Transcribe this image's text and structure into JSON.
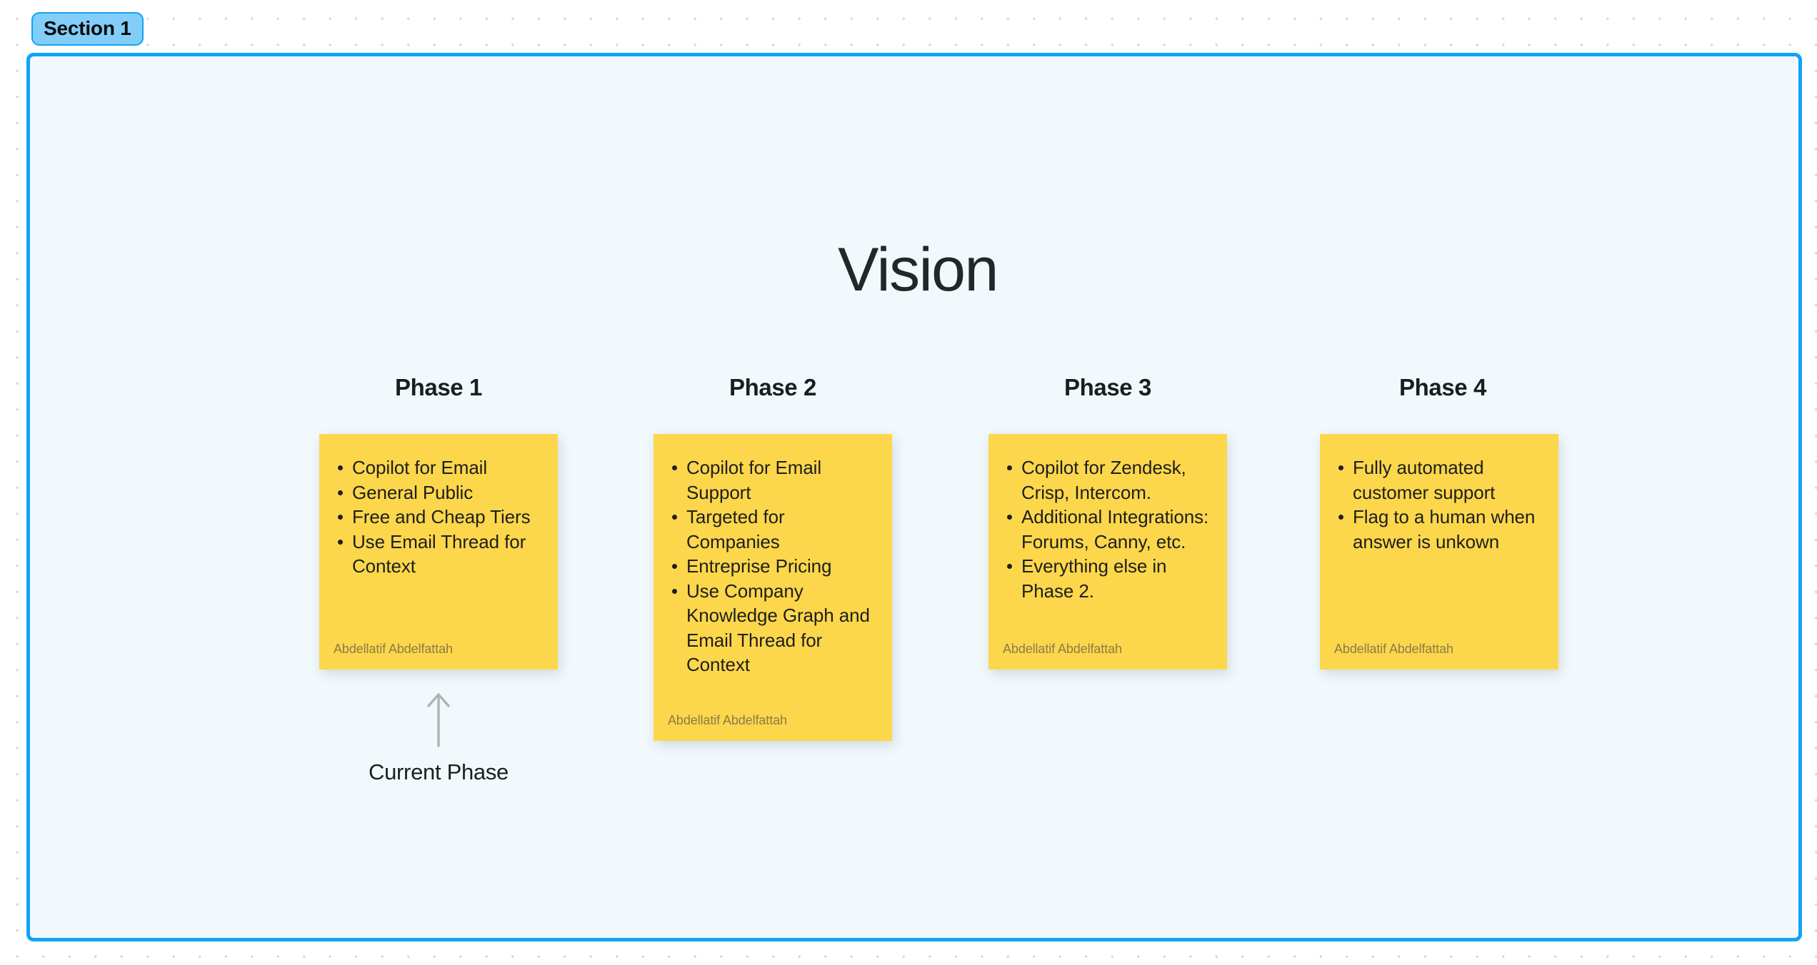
{
  "section": {
    "label": "Section 1",
    "border_color": "#11a2f8",
    "label_bg_color": "#82cef8",
    "canvas_bg_color": "#f1f9fd"
  },
  "board": {
    "title": "Vision",
    "sticky_color": "#fdd74b",
    "author_text_color": "#8a7b48"
  },
  "columns": [
    {
      "heading": "Phase 1",
      "items": [
        "Copilot for Email",
        "General Public",
        "Free and Cheap Tiers",
        "Use Email Thread for Context"
      ],
      "author": "Abdellatif Abdelfattah"
    },
    {
      "heading": "Phase 2",
      "items": [
        "Copilot for Email Support",
        "Targeted for Companies",
        "Entreprise Pricing",
        "Use Company Knowledge Graph and Email Thread for Context"
      ],
      "author": "Abdellatif Abdelfattah"
    },
    {
      "heading": "Phase 3",
      "items": [
        "Copilot for Zendesk, Crisp, Intercom.",
        "Additional Integrations: Forums, Canny, etc.",
        "Everything else in Phase 2."
      ],
      "author": "Abdellatif Abdelfattah"
    },
    {
      "heading": "Phase 4",
      "items": [
        "Fully automated customer support",
        "Flag to a human when answer is unkown"
      ],
      "author": "Abdellatif Abdelfattah"
    }
  ],
  "annotation": {
    "label": "Current Phase",
    "arrow_icon": "arrow-up-icon",
    "arrow_color": "#b2b2b2",
    "points_to": "Phase 1"
  }
}
